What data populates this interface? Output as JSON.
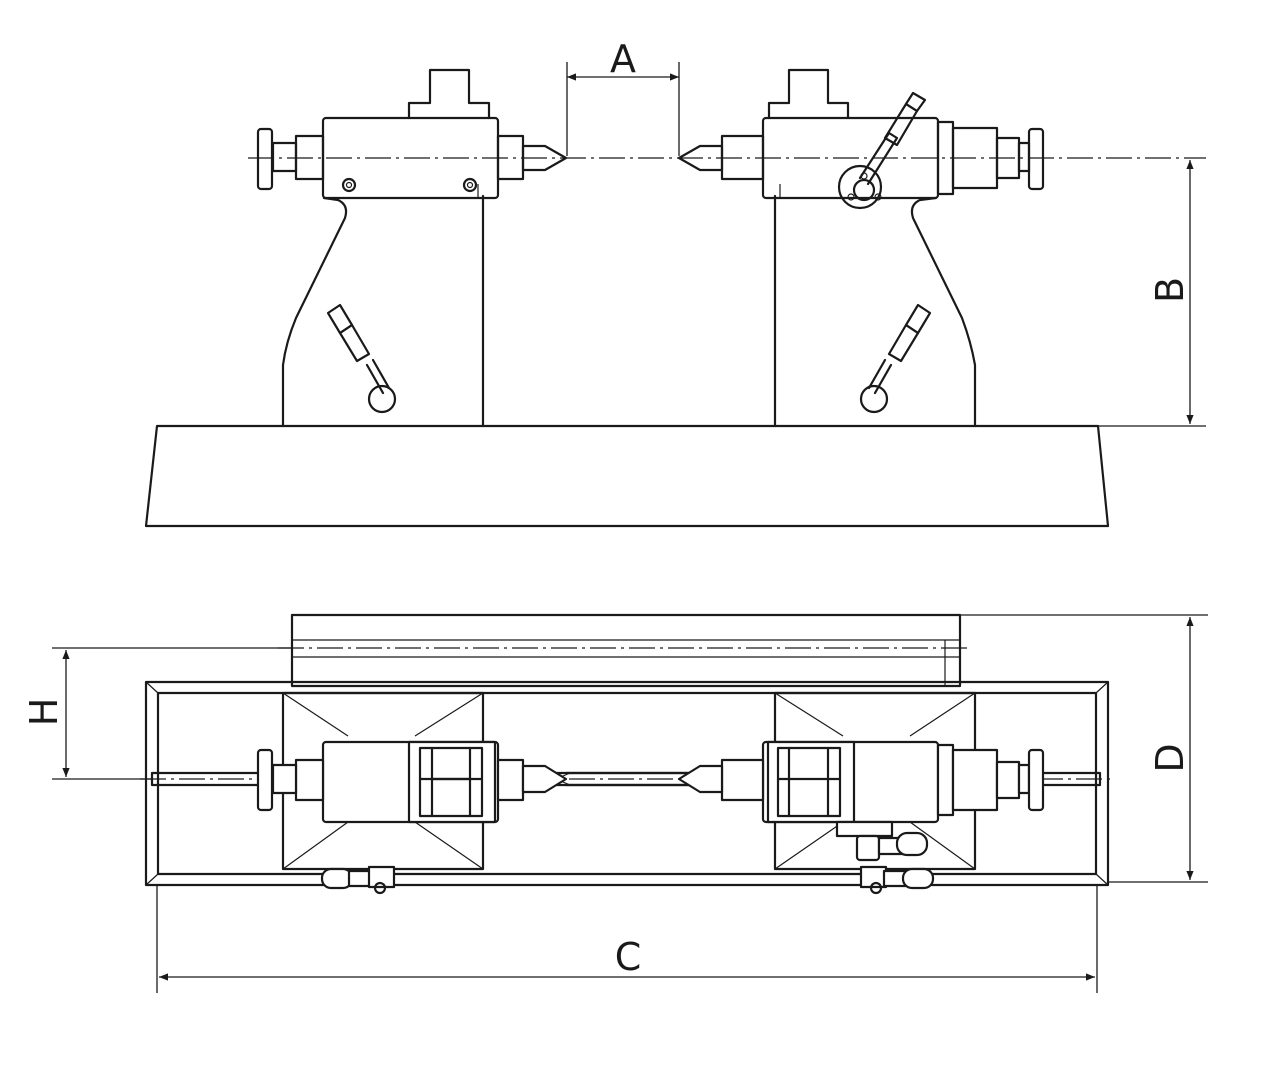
{
  "drawing": {
    "dimension_labels": {
      "a": "A",
      "b": "B",
      "c": "C",
      "d": "D",
      "h": "H"
    },
    "line_color": "#1a1a1a",
    "background": "#ffffff"
  }
}
